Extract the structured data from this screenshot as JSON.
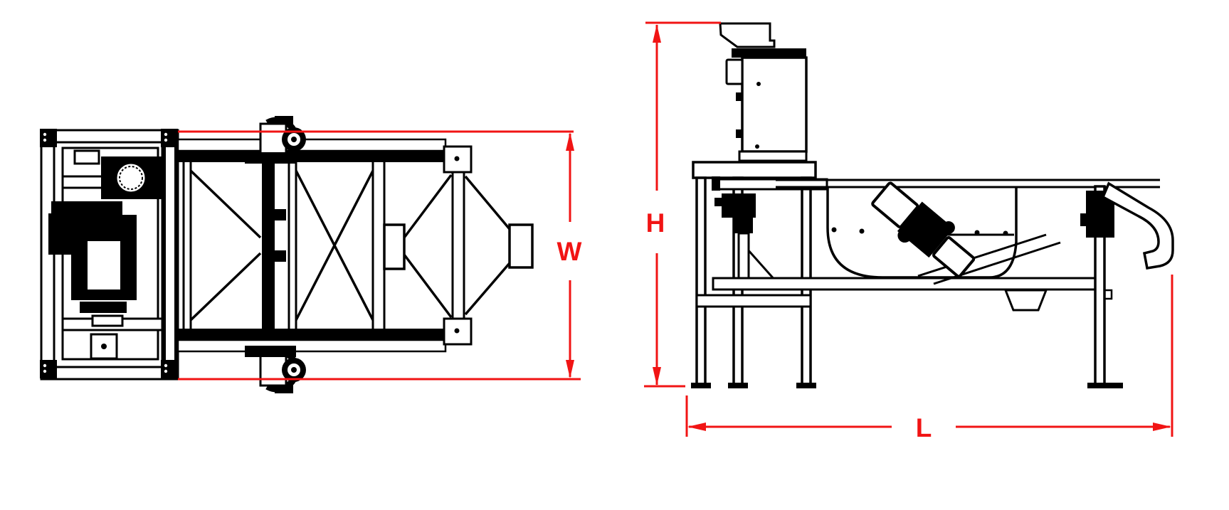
{
  "drawing": {
    "dimensions": {
      "width": {
        "label": "W"
      },
      "height": {
        "label": "H"
      },
      "length": {
        "label": "L"
      }
    },
    "colors": {
      "dimension": "#f11414",
      "line": "#000000",
      "background": "#ffffff"
    }
  }
}
